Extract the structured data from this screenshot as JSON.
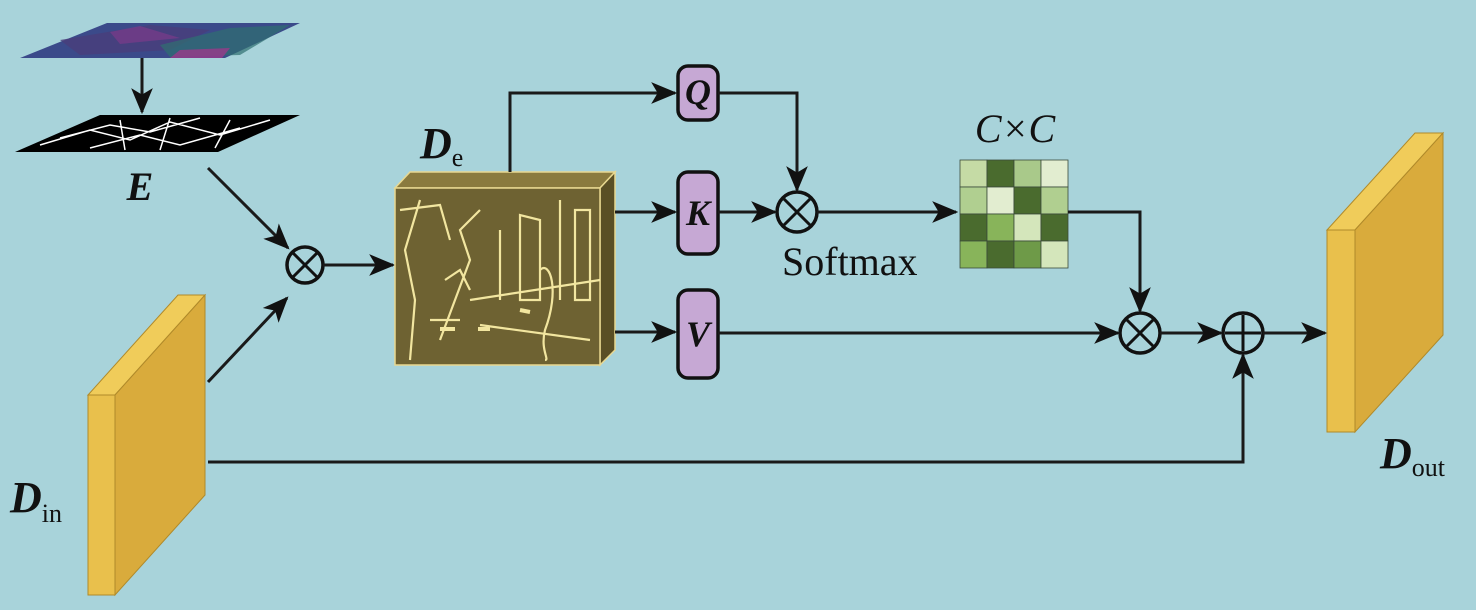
{
  "labels": {
    "edge_map": "E",
    "edge_feature_main": "D",
    "edge_feature_sub": "e",
    "input_main": "D",
    "input_sub": "in",
    "output_main": "D",
    "output_sub": "out",
    "query": "Q",
    "key": "K",
    "value": "V",
    "softmax": "Softmax",
    "attention_size": "C×C"
  },
  "colors": {
    "background": "#a8d3da",
    "feature_block": "#e9c04c",
    "edge_block": "#6e6232",
    "projection_box": "#c6a8d4"
  },
  "attention_matrix": [
    [
      "#c5dba5",
      "#4a6b2e",
      "#a9c98a",
      "#e2edd0"
    ],
    [
      "#b0cf90",
      "#e2edd0",
      "#4a6b2e",
      "#b0cf90"
    ],
    [
      "#4a6b2e",
      "#88b45a",
      "#d4e6bb",
      "#4a6b2e"
    ],
    [
      "#88b45a",
      "#4a6b2e",
      "#6e9a48",
      "#d4e6bb"
    ]
  ]
}
